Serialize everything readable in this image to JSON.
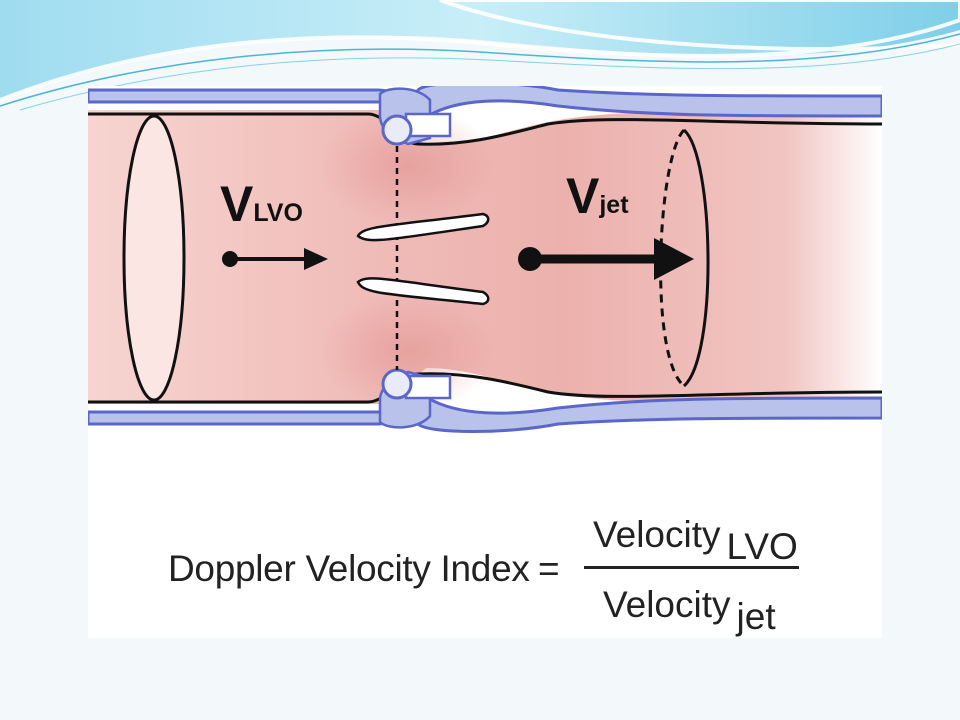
{
  "labels": {
    "v_lvo_main": "V",
    "v_lvo_sub": "LVO",
    "v_jet_main": "V",
    "v_jet_sub": "jet"
  },
  "formula": {
    "lhs": "Doppler Velocity Index",
    "equals": "=",
    "numerator": "Velocity",
    "numerator_sub": "LVO",
    "denominator": "Velocity",
    "denominator_sub": "jet"
  },
  "colors": {
    "slide_swoosh": "#5bc0de",
    "vessel_wall": "#5a67c8",
    "vessel_wall_fill": "#b9c2ea",
    "blood_fill": "#f2c2bf",
    "blood_dark": "#e29c99",
    "outline": "#111111"
  }
}
